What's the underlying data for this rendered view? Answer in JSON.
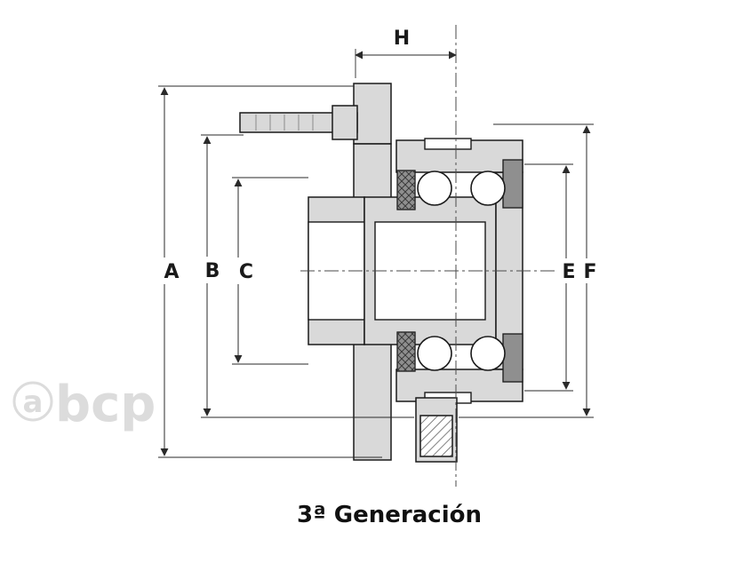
{
  "caption": "3ª Generación",
  "watermark": {
    "circled": "a",
    "text": "bcp"
  },
  "dim_labels": {
    "A": "A",
    "B": "B",
    "C": "C",
    "E": "E",
    "F": "F",
    "H": "H"
  },
  "colors": {
    "background": "#ffffff",
    "part_light": "#d9d9d9",
    "part_dark": "#8f8f8f",
    "outline": "#1a1a1a",
    "dimension_line": "#2a2a2a",
    "watermark": "#dcdcdc",
    "caption_text": "#111111"
  }
}
